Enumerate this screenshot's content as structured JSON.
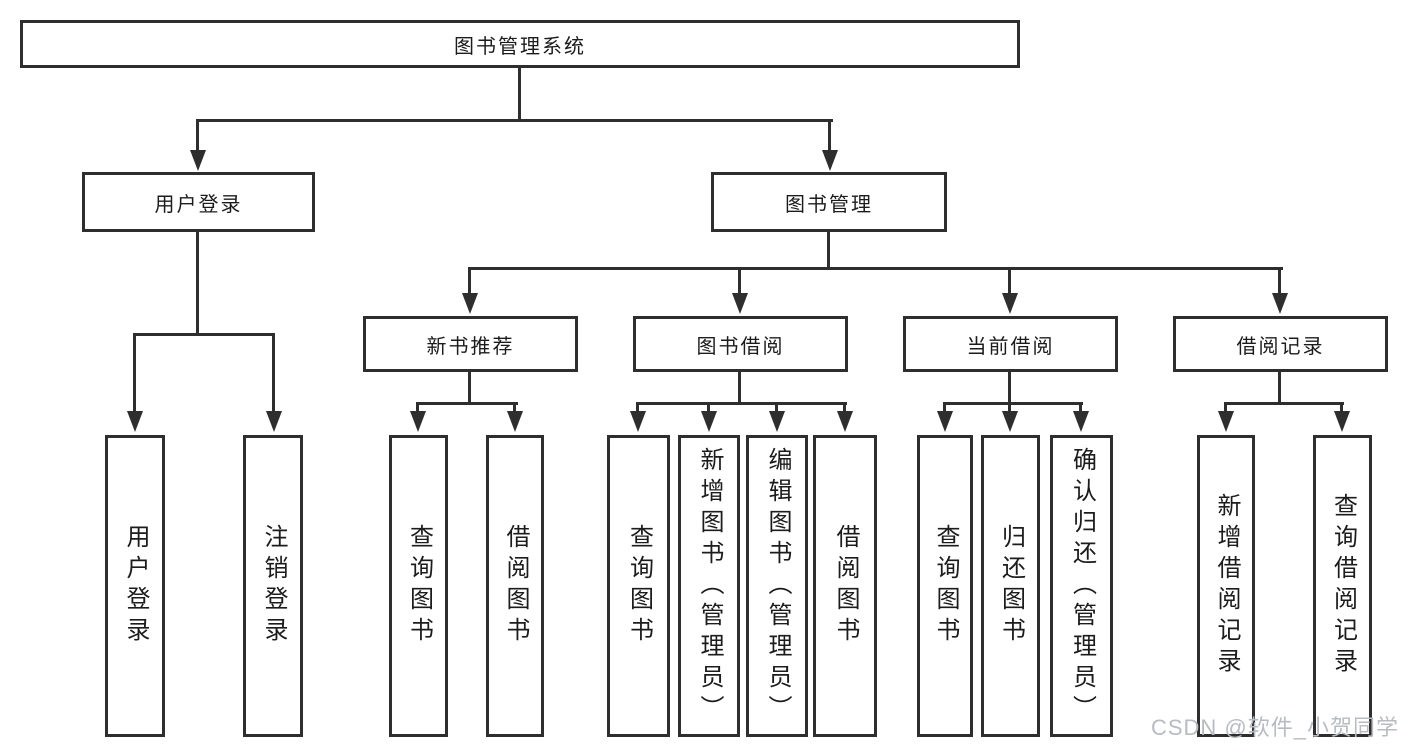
{
  "nodes": {
    "root": "图书管理系统",
    "user_login": "用户登录",
    "book_management": "图书管理",
    "new_book_recommend": "新书推荐",
    "book_borrowing": "图书借阅",
    "current_borrowing": "当前借阅",
    "borrowing_records": "借阅记录",
    "leaf_user_login": "用户登录",
    "leaf_logout": "注销登录",
    "leaf_nb_query_books": "查询图书",
    "leaf_nb_borrow_books": "借阅图书",
    "leaf_bb_query_books": "查询图书",
    "leaf_bb_add_books_admin": "新增图书（管理员）",
    "leaf_bb_edit_books_admin": "编辑图书（管理员）",
    "leaf_bb_borrow_books": "借阅图书",
    "leaf_cb_query_books": "查询图书",
    "leaf_cb_return_books": "归还图书",
    "leaf_cb_confirm_return_admin": "确认归还（管理员）",
    "leaf_br_add_record": "新增借阅记录",
    "leaf_br_query_record": "查询借阅记录"
  },
  "watermark": "CSDN @软件_小贺同学",
  "colors": {
    "line": "#2e2e2e",
    "text": "#1c1c1c",
    "watermark": "#b7bbc2",
    "background": "#ffffff"
  }
}
